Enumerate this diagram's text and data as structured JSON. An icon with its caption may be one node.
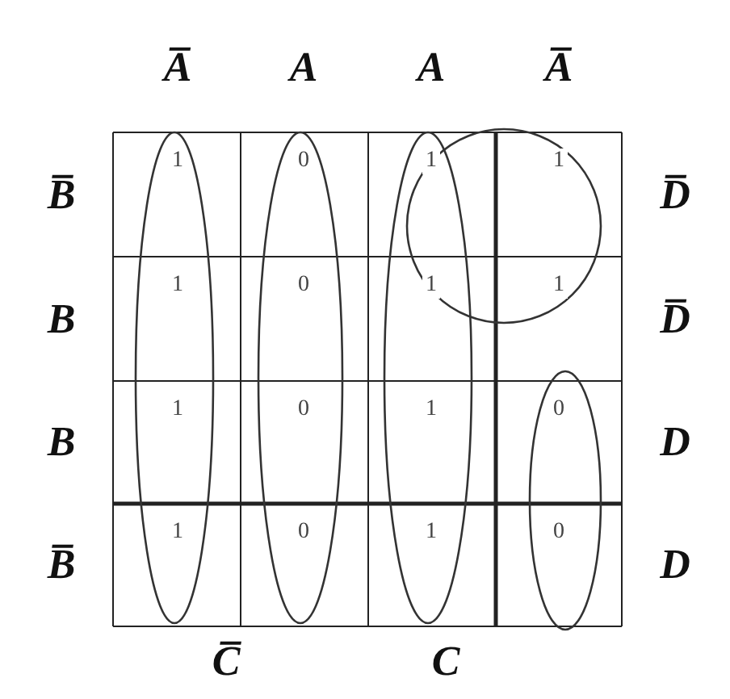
{
  "diagram": {
    "labels": [
      "A̅",
      "A",
      "A",
      "A̅",
      "B̅",
      "1",
      "0",
      "1",
      "1",
      "D̅",
      "B",
      "1",
      "0",
      "1",
      "1",
      "D̅",
      "B",
      "1",
      "0",
      "1",
      "0",
      "D",
      "B̅",
      "1",
      "0",
      "1",
      "0",
      "D",
      "C̅",
      "C"
    ]
  }
}
